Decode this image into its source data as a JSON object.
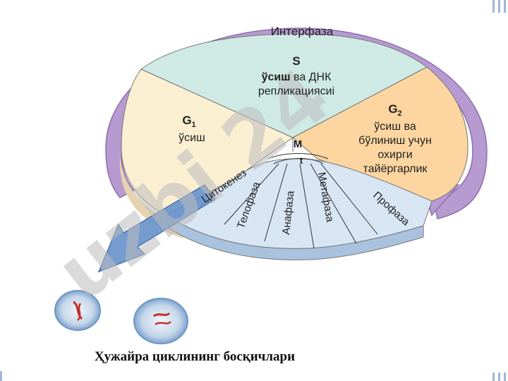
{
  "diagram": {
    "interphase_label": "Интерфаза",
    "s": {
      "title": "S",
      "line1_bold": "ўсиш",
      "line1_rest": " ва ДНК",
      "line2": "репликациясиі"
    },
    "g1": {
      "title": "G",
      "sub": "1",
      "text": "ўсиш"
    },
    "g2": {
      "title": "G",
      "sub": "2",
      "lines": [
        "ўсиш ва",
        "бўлиниш учун",
        "охирги",
        "тайёргарлик"
      ]
    },
    "m": "M",
    "t": "t",
    "phases": [
      "Цитокенез",
      "Телофаза",
      "Анафаза",
      "Метафаза",
      "Профаза"
    ],
    "watermark": "uzbi 24"
  },
  "caption": "Ҳужайра циклининг босқичлари",
  "colors": {
    "s": "#cfeae4",
    "g1": "#fbefd2",
    "g2": "#fcd5a0",
    "mitosis": "#d8e6f4",
    "ring": "#b79ad0",
    "arrow": "#6a93cc",
    "watermark": "#c9c9c9"
  }
}
